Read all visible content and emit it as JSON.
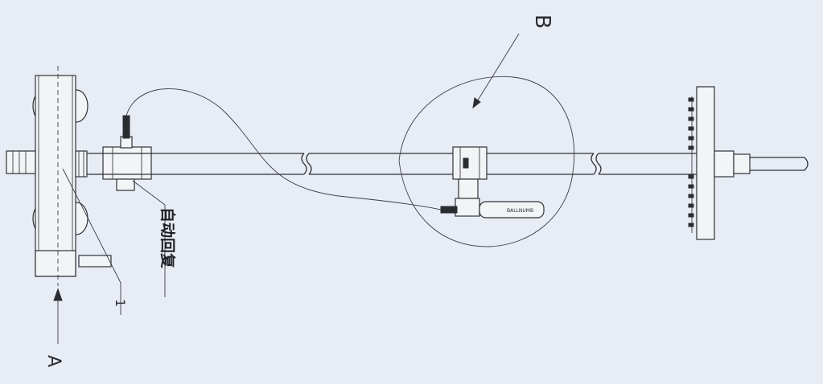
{
  "labels": {
    "view_b": "B",
    "view_a": "A",
    "part_number": "1",
    "auto_return": "自动回复",
    "tag_text": "BALLNUMB"
  },
  "colors": {
    "paper": "#e8ecf4",
    "ink": "#2f3238"
  }
}
